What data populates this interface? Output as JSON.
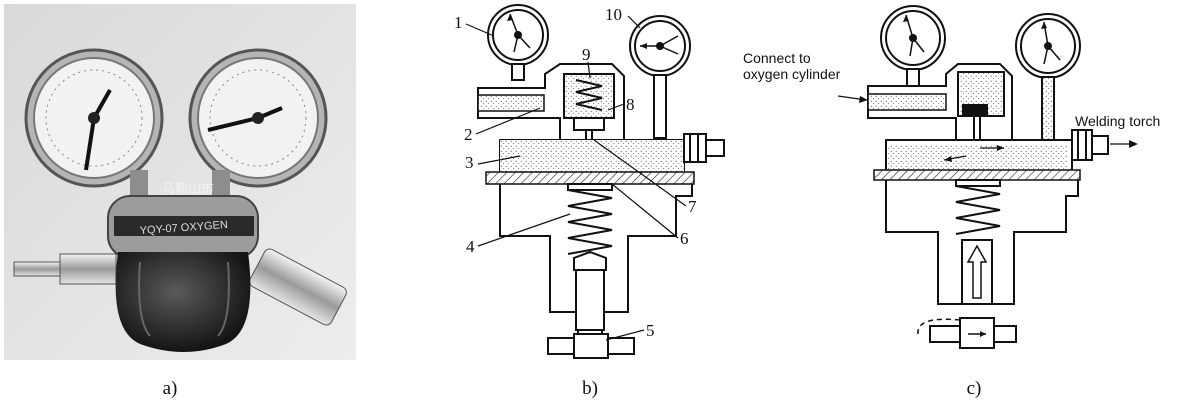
{
  "panel_a": {
    "caption": "a)",
    "left_gauge_face": "",
    "label_band": "YQY-07 OXYGEN",
    "watermark": "马鞍山市"
  },
  "panel_b": {
    "caption": "b)",
    "callouts": [
      "1",
      "2",
      "3",
      "4",
      "5",
      "6",
      "7",
      "8",
      "9",
      "10"
    ]
  },
  "panel_c": {
    "caption": "c)",
    "inlet_label_line1": "Connect to",
    "inlet_label_line2": "oxygen cylinder",
    "outlet_label": "Welding torch"
  },
  "colors": {
    "ink": "#111111",
    "photo_bg": "#cfcfcf",
    "gas_fill": "#e9e9e9"
  }
}
